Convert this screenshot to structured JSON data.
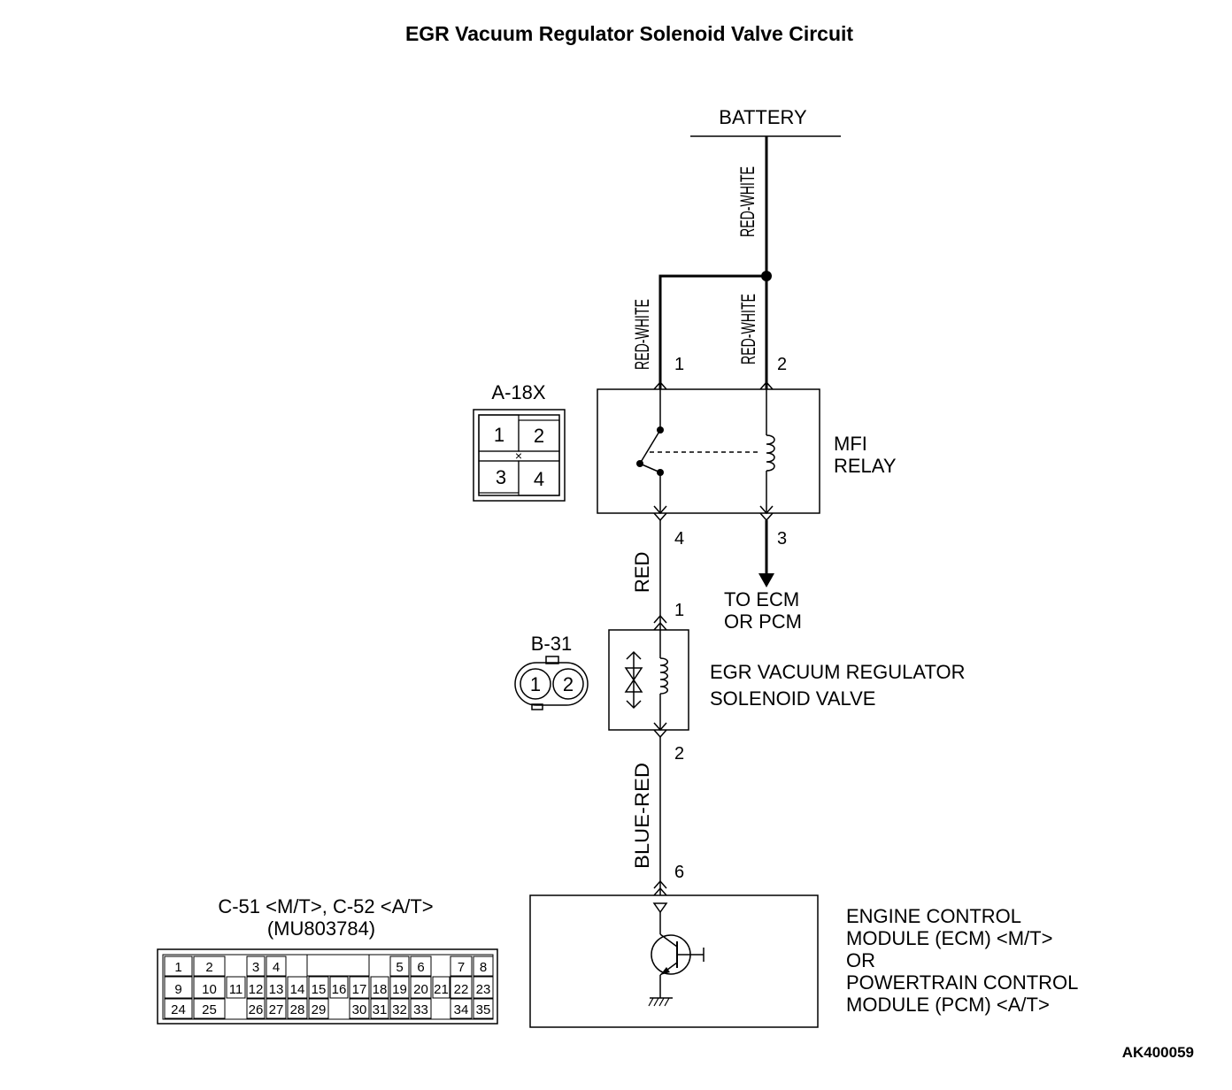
{
  "title": "EGR Vacuum Regulator Solenoid Valve Circuit",
  "figure_id": "AK400059",
  "battery": {
    "label": "BATTERY"
  },
  "wires": {
    "battery_feed": "RED-WHITE",
    "relay_pin1": "RED-WHITE",
    "relay_pin2": "RED-WHITE",
    "relay_to_valve": "RED",
    "valve_to_ecm": "BLUE-RED"
  },
  "mfi_relay": {
    "label_line1": "MFI",
    "label_line2": "RELAY",
    "pin_1": "1",
    "pin_2": "2",
    "pin_3": "3",
    "pin_4": "4",
    "to_ecm_line1": "TO ECM",
    "to_ecm_line2": "OR PCM"
  },
  "connector_a18x": {
    "label": "A-18X",
    "pins": [
      "1",
      "2",
      "3",
      "4"
    ]
  },
  "solenoid_valve": {
    "label_line1": "EGR VACUUM REGULATOR",
    "label_line2": "SOLENOID VALVE",
    "pin_1": "1",
    "pin_2": "2"
  },
  "connector_b31": {
    "label": "B-31",
    "pins": [
      "1",
      "2"
    ]
  },
  "ecm": {
    "pin": "6",
    "lines": [
      "ENGINE CONTROL",
      "MODULE (ECM) <M/T>",
      "OR",
      "POWERTRAIN CONTROL",
      "MODULE (PCM) <A/T>"
    ]
  },
  "connector_c51": {
    "label_line1": "C-51 <M/T>, C-52 <A/T>",
    "label_line2": "(MU803784)",
    "row1": [
      "1",
      "2",
      "3",
      "4",
      "5",
      "6",
      "7",
      "8"
    ],
    "row2": [
      "9",
      "10",
      "11",
      "12",
      "13",
      "14",
      "15",
      "16",
      "17",
      "18",
      "19",
      "20",
      "21",
      "22",
      "23"
    ],
    "row3": [
      "24",
      "25",
      "26",
      "27",
      "28",
      "29",
      "30",
      "31",
      "32",
      "33",
      "34",
      "35"
    ]
  }
}
